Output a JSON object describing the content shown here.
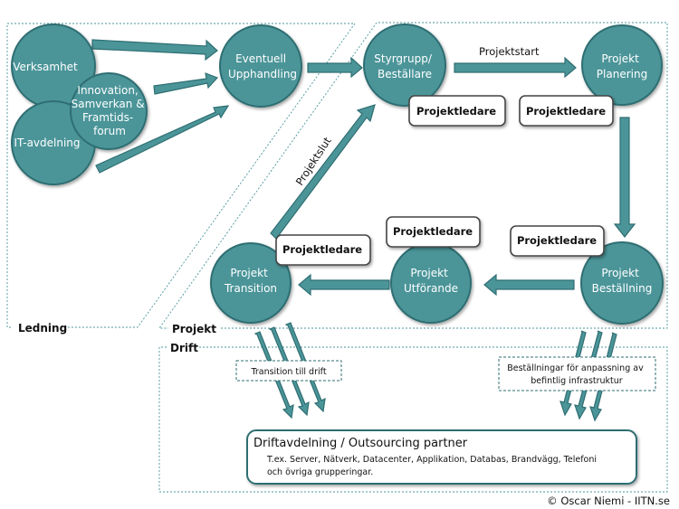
{
  "regions": {
    "ledning": "Ledning",
    "projekt": "Projekt",
    "drift": "Drift"
  },
  "nodes": {
    "verksamhet": [
      "Verksamhet"
    ],
    "it_avdelning": [
      "IT-avdelning"
    ],
    "innovation": [
      "Innovation,",
      "Samverkan &",
      "Framtids-",
      "forum"
    ],
    "upphandling": [
      "Eventuell",
      "Upphandling"
    ],
    "styrgrupp": [
      "Styrgrupp/",
      "Beställare"
    ],
    "planering": [
      "Projekt",
      "Planering"
    ],
    "bestallning": [
      "Projekt",
      "Beställning"
    ],
    "utforande": [
      "Projekt",
      "Utförande"
    ],
    "transition": [
      "Projekt",
      "Transition"
    ]
  },
  "role_label": "Projektledare",
  "flow_labels": {
    "projektstart": "Projektstart",
    "projektslut": "Projektslut"
  },
  "notes": {
    "transition_till_drift": "Transition till drift",
    "bestallningar": [
      "Beställningar för anpassning av",
      "befintlig infrastruktur"
    ]
  },
  "drift_box": {
    "title": "Driftavdelning / Outsourcing partner",
    "description": [
      "T.ex. Server, Nätverk, Datacenter, Applikation, Databas, Brandvägg, Telefoni",
      "och övriga grupperingar."
    ]
  },
  "copyright": "© Oscar Niemi - IITN.se",
  "colors": {
    "node_fill": "#4b9599",
    "node_stroke": "#2f6e72"
  }
}
